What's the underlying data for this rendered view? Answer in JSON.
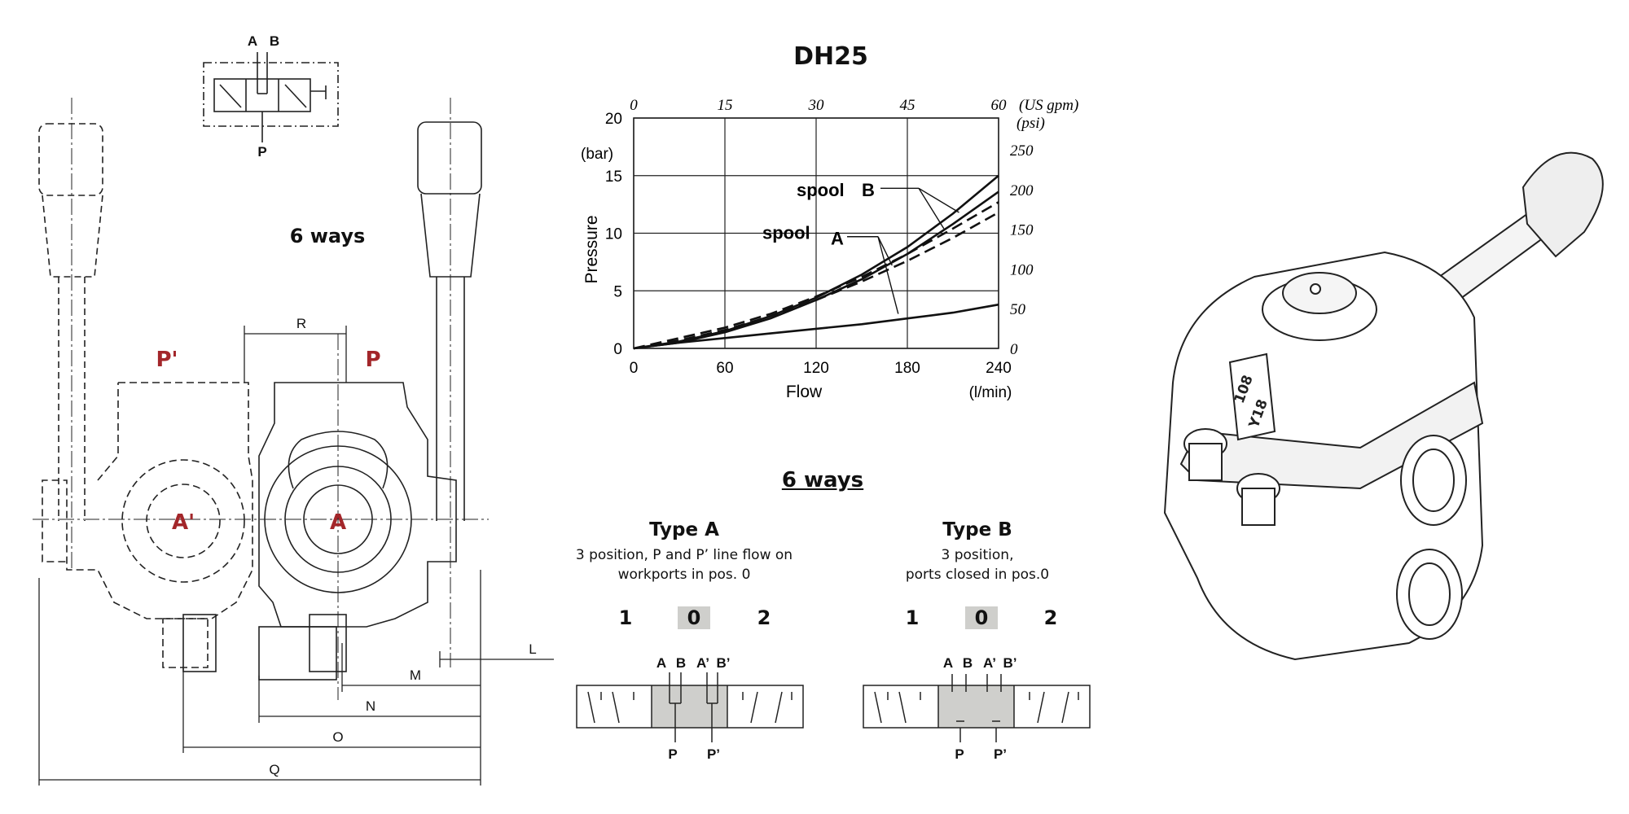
{
  "drawing": {
    "symbol_ports": {
      "a": "A",
      "b": "B",
      "p": "P"
    },
    "ways_label": "6 ways",
    "port_p_prime": "P'",
    "port_p": "P",
    "port_a_prime": "A'",
    "port_a": "A",
    "dims": {
      "r": "R",
      "l": "L",
      "m": "M",
      "n": "N",
      "o": "O",
      "q": "Q"
    }
  },
  "chart_data": {
    "type": "line",
    "title": "DH25",
    "xlabel": "Flow",
    "xunit": "(l/min)",
    "ylabel": "Pressure",
    "yunit": "(bar)",
    "x_ticks": [
      0,
      60,
      120,
      180,
      240
    ],
    "y_ticks": [
      0,
      5,
      10,
      15,
      20
    ],
    "xlim": [
      0,
      240
    ],
    "ylim": [
      0,
      20
    ],
    "top_axis": {
      "ticks": [
        "0",
        "15",
        "30",
        "45",
        "60"
      ],
      "unit": "(US gpm)"
    },
    "right_axis": {
      "unit": "(psi)",
      "ticks": [
        "0",
        "50",
        "100",
        "150",
        "200",
        "250"
      ]
    },
    "grid": true,
    "annotations": [
      {
        "text": "spool",
        "series": "B"
      },
      {
        "text": "spool",
        "series": "A"
      }
    ],
    "series": [
      {
        "group": "B",
        "style": "solid",
        "x": [
          0,
          30,
          60,
          90,
          120,
          150,
          180,
          210,
          240
        ],
        "y": [
          0,
          0.6,
          1.5,
          2.8,
          4.4,
          6.4,
          8.8,
          11.7,
          15.0
        ]
      },
      {
        "group": "B",
        "style": "solid",
        "x": [
          0,
          30,
          60,
          90,
          120,
          150,
          180,
          210,
          240
        ],
        "y": [
          0,
          0.5,
          1.4,
          2.6,
          4.2,
          6.0,
          8.2,
          10.8,
          13.6
        ]
      },
      {
        "group": "B",
        "style": "dashed",
        "x": [
          0,
          30,
          60,
          90,
          120,
          150,
          180,
          210,
          240
        ],
        "y": [
          0,
          0.9,
          1.8,
          3.0,
          4.5,
          6.2,
          8.2,
          10.4,
          12.7
        ]
      },
      {
        "group": "A",
        "style": "dashed",
        "x": [
          0,
          30,
          60,
          90,
          120,
          150,
          180,
          210,
          240
        ],
        "y": [
          0,
          0.7,
          1.6,
          2.8,
          4.2,
          5.8,
          7.6,
          9.6,
          11.8
        ]
      },
      {
        "group": "A",
        "style": "solid",
        "x": [
          0,
          30,
          60,
          90,
          120,
          150,
          180,
          210,
          240
        ],
        "y": [
          0,
          0.5,
          0.9,
          1.3,
          1.7,
          2.1,
          2.6,
          3.1,
          3.8
        ]
      }
    ]
  },
  "section": {
    "title": "6 ways"
  },
  "type_a": {
    "title": "Type A",
    "desc_line1": "3 position, P and P’ line flow on",
    "desc_line2": "workports in pos. 0",
    "positions": [
      "1",
      "0",
      "2"
    ],
    "ports_top": [
      "A",
      "B",
      "A’",
      "B’"
    ],
    "ports_bottom": [
      "P",
      "P’"
    ]
  },
  "type_b": {
    "title": "Type B",
    "desc_line1": "3 position,",
    "desc_line2": "ports closed in pos.0",
    "positions": [
      "1",
      "0",
      "2"
    ],
    "ports_top": [
      "A",
      "B",
      "A’",
      "B’"
    ],
    "ports_bottom": [
      "P",
      "P’"
    ]
  },
  "iso": {
    "stamp_line1": "108",
    "stamp_line2": "Y18"
  }
}
